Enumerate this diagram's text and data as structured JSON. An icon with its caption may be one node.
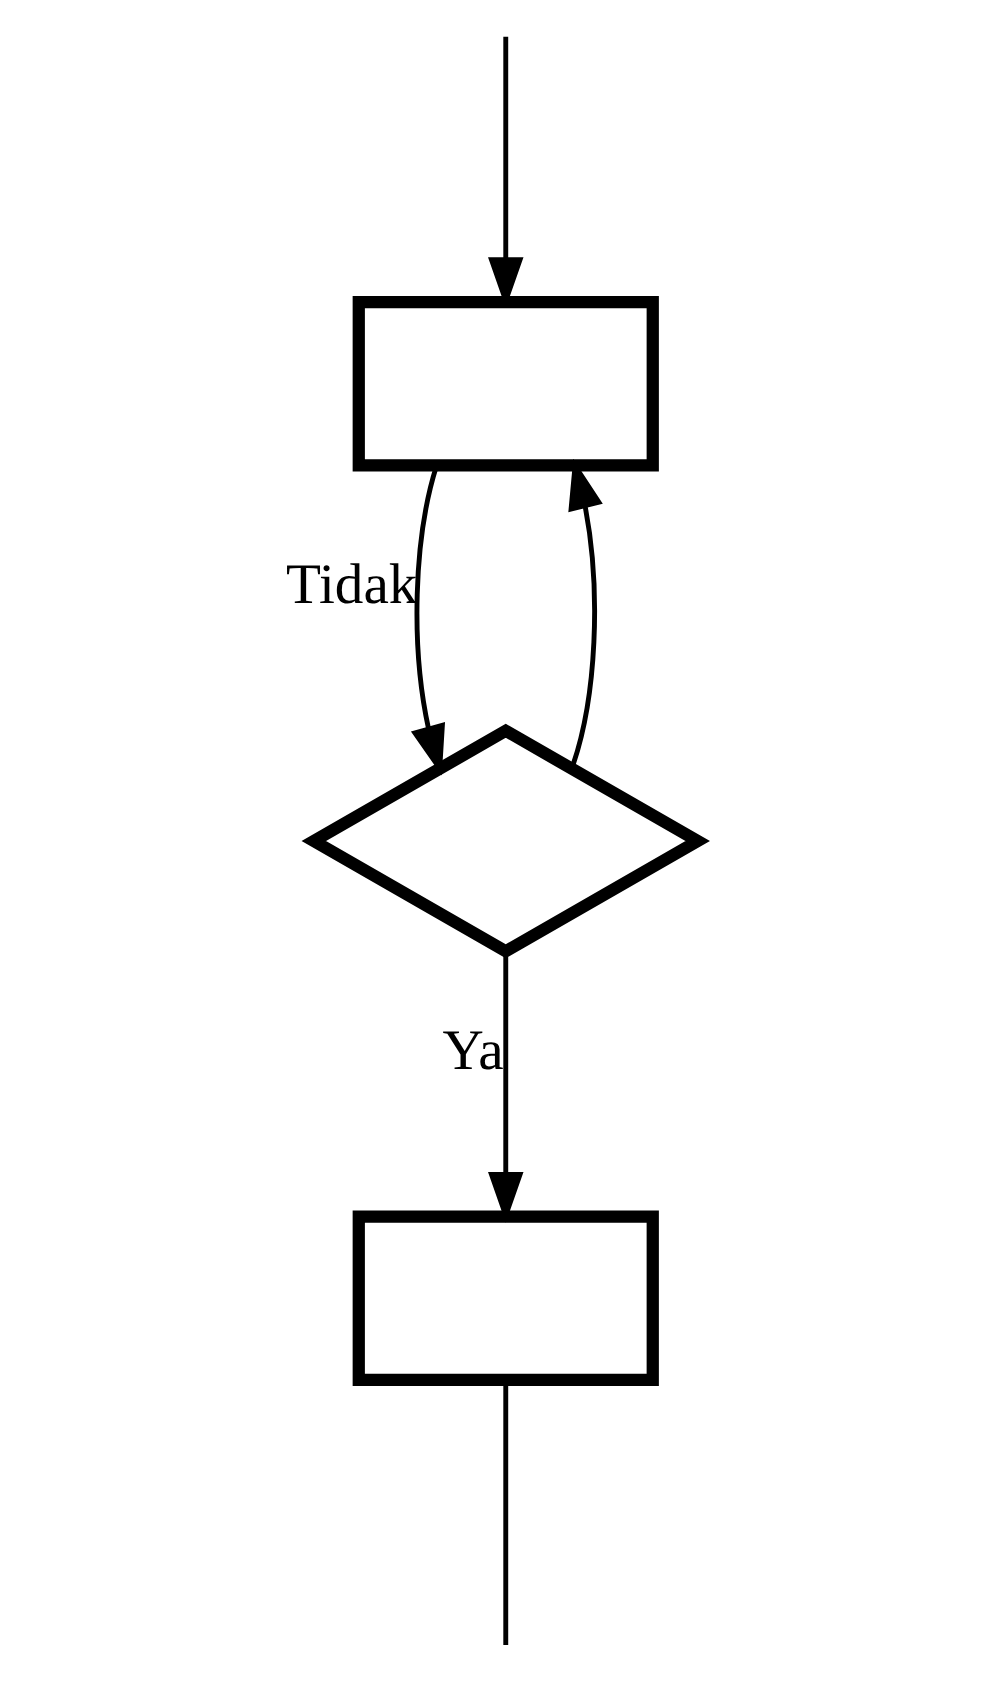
{
  "diagram": {
    "nodes": [
      {
        "text": [],
        "shape": "box"
      },
      {
        "text": [],
        "shape": "diamond"
      },
      {
        "text": [],
        "shape": "box"
      }
    ],
    "edges": [
      {
        "from": null,
        "to": 0,
        "arrow": "to"
      },
      {
        "from": 0,
        "to": 1,
        "arrow": "to",
        "label": "Tidak"
      },
      {
        "from": 1,
        "to": 0,
        "arrow": "to"
      },
      {
        "from": 1,
        "to": 2,
        "arrow": "to",
        "label": "Ya"
      },
      {
        "from": 2,
        "to": null,
        "arrow": "none"
      }
    ]
  }
}
